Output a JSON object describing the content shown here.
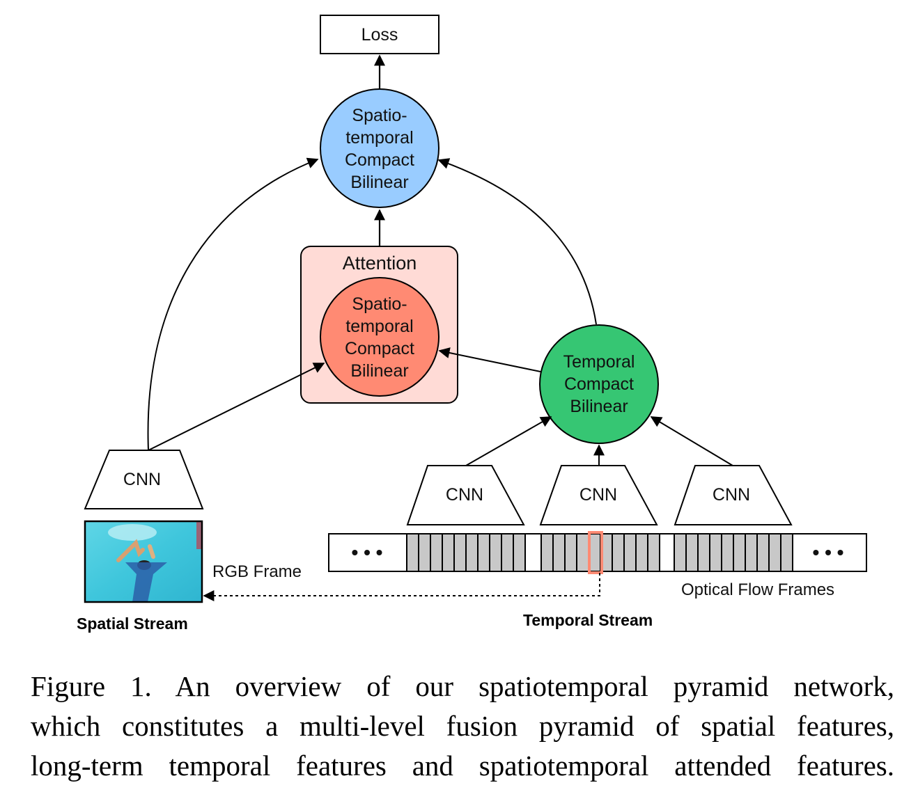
{
  "colors": {
    "top_node_fill": "#99CCFF",
    "attention_box_fill": "#FFDBD6",
    "attention_node_fill": "#FF8A73",
    "temporal_node_fill": "#36C673",
    "frame_fill": "#C8C8C8",
    "highlight_frame": "#FF8A73",
    "stroke": "#000000"
  },
  "loss": {
    "label": "Loss"
  },
  "top_node": {
    "lines": [
      "Spatio-",
      "temporal",
      "Compact",
      "Bilinear"
    ]
  },
  "attention": {
    "title": "Attention",
    "node_lines": [
      "Spatio-",
      "temporal",
      "Compact",
      "Bilinear"
    ]
  },
  "temporal_node": {
    "lines": [
      "Temporal",
      "Compact",
      "Bilinear"
    ]
  },
  "spatial_cnn": {
    "label": "CNN"
  },
  "temporal_cnns": [
    {
      "label": "CNN"
    },
    {
      "label": "CNN"
    },
    {
      "label": "CNN"
    }
  ],
  "flow_strip": {
    "ellipsis_left": "• • •",
    "ellipsis_right": "• • •",
    "frames_per_group": 10,
    "groups": 3,
    "highlighted": {
      "group": 2,
      "frame": 5
    },
    "label": "Optical Flow Frames"
  },
  "rgb": {
    "label": "RGB Frame",
    "image_desc": "swimmer-frame"
  },
  "stream_labels": {
    "spatial": "Spatial Stream",
    "temporal": "Temporal Stream"
  },
  "caption": {
    "lines": [
      "Figure 1. An overview of our spatiotemporal pyramid network,",
      "which constitutes a multi-level fusion pyramid of spatial features,",
      "long-term temporal features and spatiotemporal attended features."
    ]
  }
}
